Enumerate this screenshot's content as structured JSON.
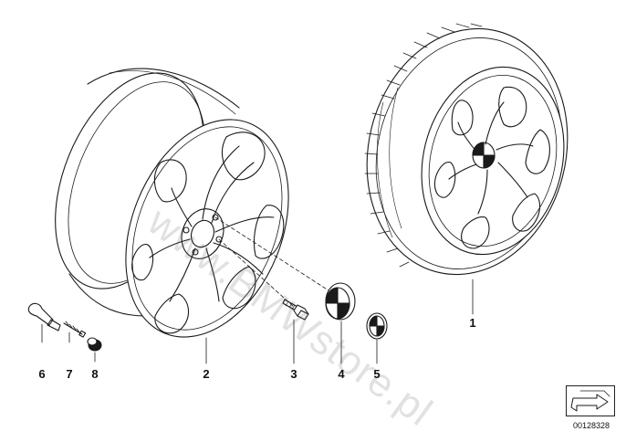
{
  "diagram": {
    "watermark": "www.BMWstore.pl",
    "reference_code": "00128328",
    "callouts": [
      "6",
      "7",
      "8",
      "2",
      "3",
      "4",
      "5",
      "1"
    ]
  }
}
